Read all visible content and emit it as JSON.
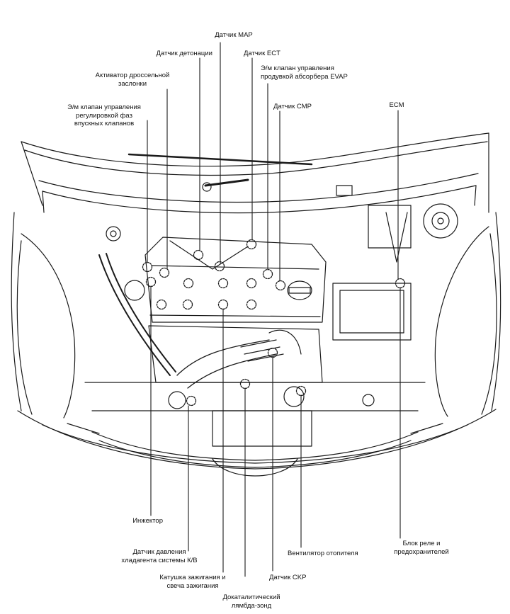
{
  "labels": {
    "map_sensor": "Датчик MAP",
    "ect_sensor": "Датчик ECT",
    "knock_sensor": "Датчик детонации",
    "evap_solenoid": "Э/м клапан управления\nпродувкой абсорбера EVAP",
    "throttle_actuator": "Активатор дроссельной\nзаслонки",
    "cmp_sensor": "Датчик CMP",
    "intake_valve_timing_solenoid": "Э/м клапан управления\nрегулировкой фаз\nвпускных клапанов",
    "ecm": "ECM",
    "injector": "Инжектор",
    "ac_pressure_sensor": "Датчик давления\nхладагента системы К/В",
    "relay_fuse_box": "Блок реле и\nпредохранителей",
    "blower_fan": "Вентилятор отопителя",
    "ignition_coil_plug": "Катушка зажигания и\nсвеча зажигания",
    "ckp_sensor": "Датчик CKP",
    "pre_cat_o2_sensor": "Докаталитический\nлямбда-зонд"
  },
  "colors": {
    "ink": "#1a1a1a",
    "background": "#ffffff"
  }
}
